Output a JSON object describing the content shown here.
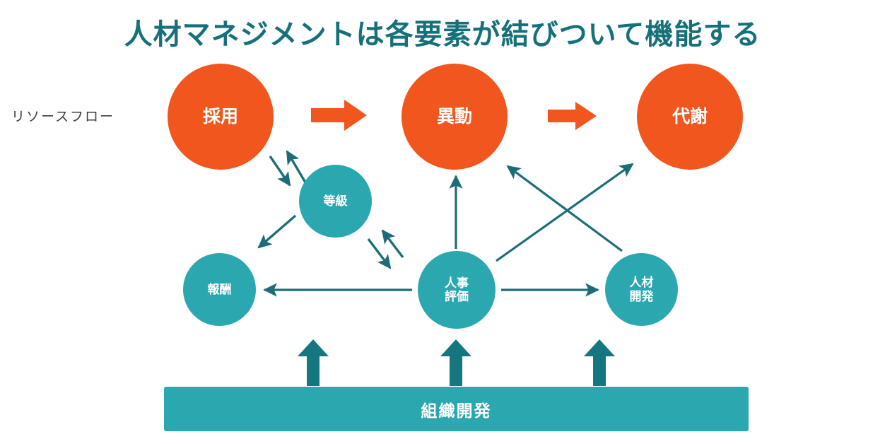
{
  "title": "人材マネジメントは各要素が結びついて機能する",
  "flow_label": "リソースフロー",
  "colors": {
    "title": "#15707A",
    "orange_node": "#F0561E",
    "teal_node": "#2BA8AF",
    "orange_arrow": "#F0561E",
    "teal_arrow": "#1C6E76",
    "bar": "#2BA8AF",
    "label_text": "#3d3d3d",
    "node_text": "#ffffff",
    "background": "#ffffff"
  },
  "nodes": {
    "saiyo": {
      "label": "採用",
      "type": "resource-flow",
      "color": "orange"
    },
    "ido": {
      "label": "異動",
      "type": "resource-flow",
      "color": "orange"
    },
    "taisha": {
      "label": "代謝",
      "type": "resource-flow",
      "color": "orange"
    },
    "toukyu": {
      "label": "等級",
      "type": "hr-system",
      "color": "teal"
    },
    "houshu": {
      "label": "報酬",
      "type": "hr-system",
      "color": "teal"
    },
    "jinji_l1": "人事",
    "jinji_l2": "評価",
    "kaihatsu_l1": "人材",
    "kaihatsu_l2": "開発"
  },
  "bottom_bar": {
    "label": "組織開発"
  },
  "connections": [
    {
      "name": "saiyo-to-ido",
      "from": "採用",
      "to": "異動",
      "style": "thick-orange",
      "direction": "one-way"
    },
    {
      "name": "ido-to-taisha",
      "from": "異動",
      "to": "代謝",
      "style": "thick-orange",
      "direction": "one-way"
    },
    {
      "name": "toukyu-saiyo",
      "from": "等級",
      "to": "採用",
      "style": "thin-teal",
      "direction": "two-way"
    },
    {
      "name": "toukyu-to-houshu",
      "from": "等級",
      "to": "報酬",
      "style": "thin-teal",
      "direction": "one-way"
    },
    {
      "name": "toukyu-jinji",
      "from": "等級",
      "to": "人事評価",
      "style": "thin-teal",
      "direction": "two-way"
    },
    {
      "name": "jinji-to-ido",
      "from": "人事評価",
      "to": "異動",
      "style": "thin-teal",
      "direction": "one-way"
    },
    {
      "name": "jinji-to-taisha",
      "from": "人事評価",
      "to": "代謝",
      "style": "thin-teal",
      "direction": "one-way"
    },
    {
      "name": "jinji-to-houshu",
      "from": "人事評価",
      "to": "報酬",
      "style": "thin-teal",
      "direction": "one-way"
    },
    {
      "name": "jinji-to-kaihatsu",
      "from": "人事評価",
      "to": "人材開発",
      "style": "thin-teal",
      "direction": "one-way"
    },
    {
      "name": "kaihatsu-to-ido",
      "from": "人材開発",
      "to": "異動",
      "style": "thin-teal",
      "direction": "one-way"
    },
    {
      "name": "org-to-houshu",
      "from": "組織開発",
      "to": "報酬",
      "style": "thick-teal",
      "direction": "one-way"
    },
    {
      "name": "org-to-jinji",
      "from": "組織開発",
      "to": "人事評価",
      "style": "thick-teal",
      "direction": "one-way"
    },
    {
      "name": "org-to-kaihatsu",
      "from": "組織開発",
      "to": "人材開発",
      "style": "thick-teal",
      "direction": "one-way"
    }
  ]
}
